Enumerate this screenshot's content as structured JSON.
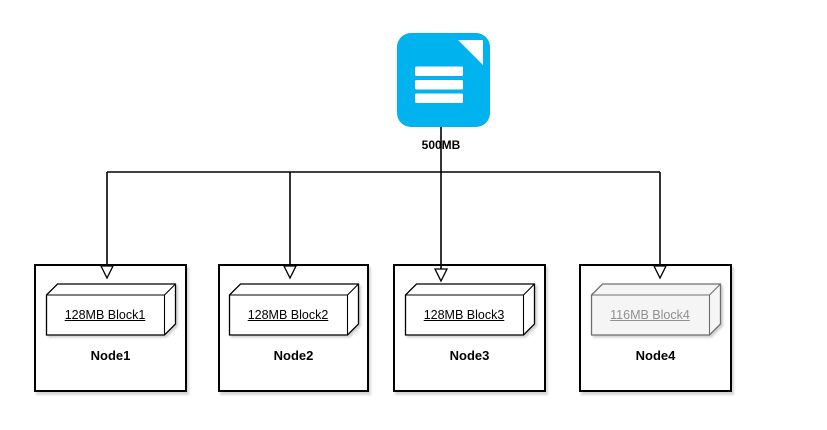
{
  "diagram": {
    "file": {
      "icon": "document-icon",
      "size_label": "500MB"
    },
    "nodes": [
      {
        "name": "Node1",
        "block": "128MB Block1",
        "faded": false
      },
      {
        "name": "Node2",
        "block": "128MB Block2",
        "faded": false
      },
      {
        "name": "Node3",
        "block": "128MB Block3",
        "faded": false
      },
      {
        "name": "Node4",
        "block": "116MB Block4",
        "faded": true
      }
    ],
    "colors": {
      "file_icon": "#00b2ee",
      "connector_line": "#000000",
      "node_border": "#000000",
      "block_fill": "#ffffff",
      "block_stroke": "#000000",
      "faded_block_fill": "#f5f5f5",
      "faded_block_stroke": "#6e6e6e",
      "faded_block_text": "#909090",
      "background": "#ffffff"
    }
  }
}
